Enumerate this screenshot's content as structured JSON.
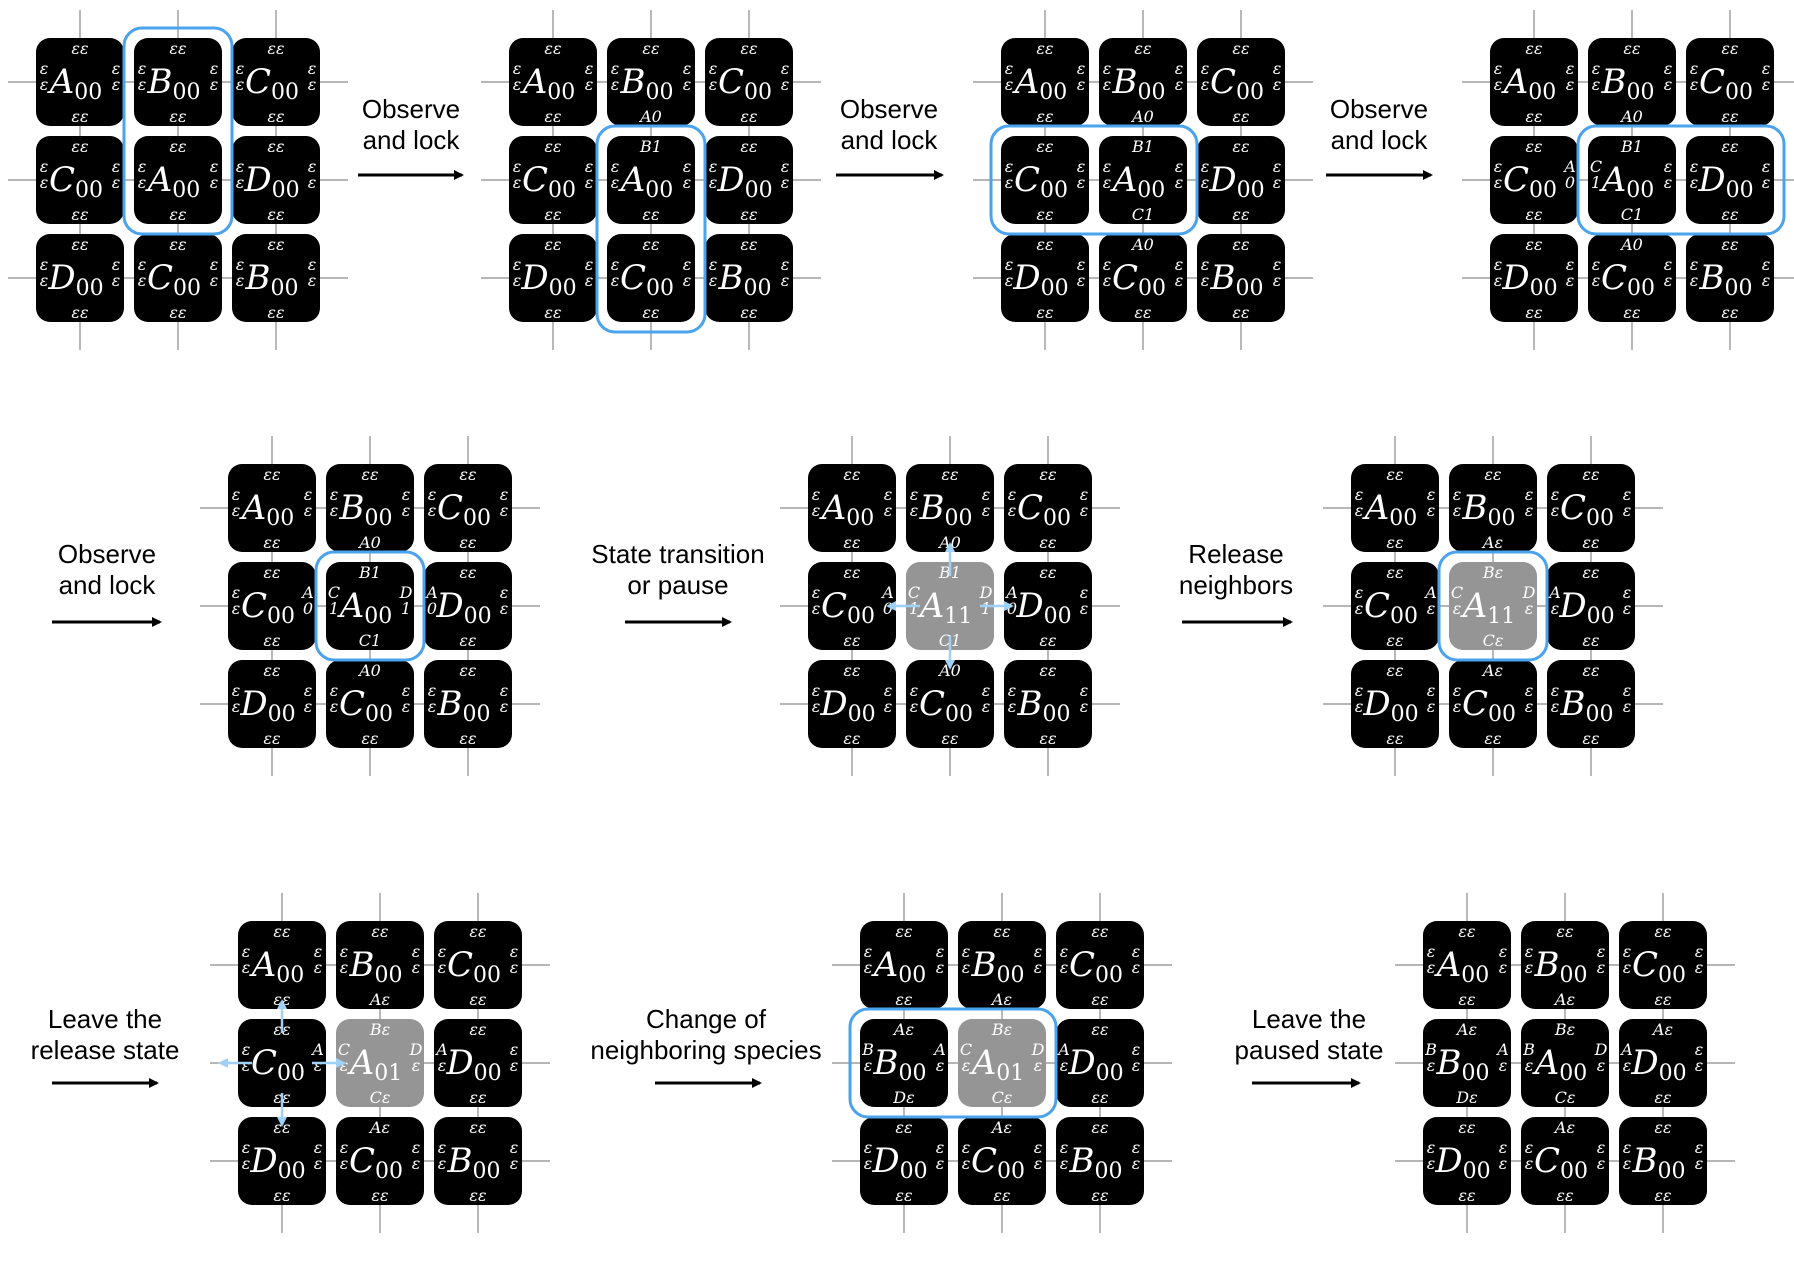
{
  "colors": {
    "cell": "#000000",
    "active_cell": "#959595",
    "frame": "#4aa3ec",
    "arrow": "#9fd0f5",
    "grid": "#8a8a8a"
  },
  "labels": [
    [
      "Observe",
      "and lock"
    ],
    [
      "Observe",
      "and lock"
    ],
    [
      "Observe",
      "and lock"
    ],
    [
      "Observe",
      "and lock"
    ],
    [
      "State transition",
      "or pause"
    ],
    [
      "Release",
      "neighbors"
    ],
    [
      "Leave the",
      "release state"
    ],
    [
      "Change of",
      "neighboring species"
    ],
    [
      "Leave the",
      "paused state"
    ]
  ],
  "panels": [
    {
      "cells": [
        {
          "l": "A",
          "s": "00",
          "t": "εε",
          "b": "εε",
          "w": "εε",
          "e": "εε"
        },
        {
          "l": "B",
          "s": "00",
          "t": "εε",
          "b": "εε",
          "w": "εε",
          "e": "εε"
        },
        {
          "l": "C",
          "s": "00",
          "t": "εε",
          "b": "εε",
          "w": "εε",
          "e": "εε"
        },
        {
          "l": "C",
          "s": "00",
          "t": "εε",
          "b": "εε",
          "w": "εε",
          "e": "εε"
        },
        {
          "l": "A",
          "s": "00",
          "t": "εε",
          "b": "εε",
          "w": "εε",
          "e": "εε"
        },
        {
          "l": "D",
          "s": "00",
          "t": "εε",
          "b": "εε",
          "w": "εε",
          "e": "εε"
        },
        {
          "l": "D",
          "s": "00",
          "t": "εε",
          "b": "εε",
          "w": "εε",
          "e": "εε"
        },
        {
          "l": "C",
          "s": "00",
          "t": "εε",
          "b": "εε",
          "w": "εε",
          "e": "εε"
        },
        {
          "l": "B",
          "s": "00",
          "t": "εε",
          "b": "εε",
          "w": "εε",
          "e": "εε"
        }
      ]
    },
    {
      "cells": [
        {
          "l": "A",
          "s": "00",
          "t": "εε",
          "b": "εε",
          "w": "εε",
          "e": "εε"
        },
        {
          "l": "B",
          "s": "00",
          "t": "εε",
          "b": "A0",
          "w": "εε",
          "e": "εε"
        },
        {
          "l": "C",
          "s": "00",
          "t": "εε",
          "b": "εε",
          "w": "εε",
          "e": "εε"
        },
        {
          "l": "C",
          "s": "00",
          "t": "εε",
          "b": "εε",
          "w": "εε",
          "e": "εε"
        },
        {
          "l": "A",
          "s": "00",
          "t": "B1",
          "b": "εε",
          "w": "εε",
          "e": "εε"
        },
        {
          "l": "D",
          "s": "00",
          "t": "εε",
          "b": "εε",
          "w": "εε",
          "e": "εε"
        },
        {
          "l": "D",
          "s": "00",
          "t": "εε",
          "b": "εε",
          "w": "εε",
          "e": "εε"
        },
        {
          "l": "C",
          "s": "00",
          "t": "εε",
          "b": "εε",
          "w": "εε",
          "e": "εε"
        },
        {
          "l": "B",
          "s": "00",
          "t": "εε",
          "b": "εε",
          "w": "εε",
          "e": "εε"
        }
      ]
    },
    {
      "cells": [
        {
          "l": "A",
          "s": "00",
          "t": "εε",
          "b": "εε",
          "w": "εε",
          "e": "εε"
        },
        {
          "l": "B",
          "s": "00",
          "t": "εε",
          "b": "A0",
          "w": "εε",
          "e": "εε"
        },
        {
          "l": "C",
          "s": "00",
          "t": "εε",
          "b": "εε",
          "w": "εε",
          "e": "εε"
        },
        {
          "l": "C",
          "s": "00",
          "t": "εε",
          "b": "εε",
          "w": "εε",
          "e": "εε"
        },
        {
          "l": "A",
          "s": "00",
          "t": "B1",
          "b": "C1",
          "w": "εε",
          "e": "εε"
        },
        {
          "l": "D",
          "s": "00",
          "t": "εε",
          "b": "εε",
          "w": "εε",
          "e": "εε"
        },
        {
          "l": "D",
          "s": "00",
          "t": "εε",
          "b": "εε",
          "w": "εε",
          "e": "εε"
        },
        {
          "l": "C",
          "s": "00",
          "t": "A0",
          "b": "εε",
          "w": "εε",
          "e": "εε"
        },
        {
          "l": "B",
          "s": "00",
          "t": "εε",
          "b": "εε",
          "w": "εε",
          "e": "εε"
        }
      ]
    },
    {
      "cells": [
        {
          "l": "A",
          "s": "00",
          "t": "εε",
          "b": "εε",
          "w": "εε",
          "e": "εε"
        },
        {
          "l": "B",
          "s": "00",
          "t": "εε",
          "b": "A0",
          "w": "εε",
          "e": "εε"
        },
        {
          "l": "C",
          "s": "00",
          "t": "εε",
          "b": "εε",
          "w": "εε",
          "e": "εε"
        },
        {
          "l": "C",
          "s": "00",
          "t": "εε",
          "b": "εε",
          "w": "εε",
          "e": "A0"
        },
        {
          "l": "A",
          "s": "00",
          "t": "B1",
          "b": "C1",
          "w": "C1",
          "e": "εε"
        },
        {
          "l": "D",
          "s": "00",
          "t": "εε",
          "b": "εε",
          "w": "εε",
          "e": "εε"
        },
        {
          "l": "D",
          "s": "00",
          "t": "εε",
          "b": "εε",
          "w": "εε",
          "e": "εε"
        },
        {
          "l": "C",
          "s": "00",
          "t": "A0",
          "b": "εε",
          "w": "εε",
          "e": "εε"
        },
        {
          "l": "B",
          "s": "00",
          "t": "εε",
          "b": "εε",
          "w": "εε",
          "e": "εε"
        }
      ]
    },
    {
      "cells": [
        {
          "l": "A",
          "s": "00",
          "t": "εε",
          "b": "εε",
          "w": "εε",
          "e": "εε"
        },
        {
          "l": "B",
          "s": "00",
          "t": "εε",
          "b": "A0",
          "w": "εε",
          "e": "εε"
        },
        {
          "l": "C",
          "s": "00",
          "t": "εε",
          "b": "εε",
          "w": "εε",
          "e": "εε"
        },
        {
          "l": "C",
          "s": "00",
          "t": "εε",
          "b": "εε",
          "w": "εε",
          "e": "A0"
        },
        {
          "l": "A",
          "s": "00",
          "t": "B1",
          "b": "C1",
          "w": "C1",
          "e": "D1"
        },
        {
          "l": "D",
          "s": "00",
          "t": "εε",
          "b": "εε",
          "w": "A0",
          "e": "εε"
        },
        {
          "l": "D",
          "s": "00",
          "t": "εε",
          "b": "εε",
          "w": "εε",
          "e": "εε"
        },
        {
          "l": "C",
          "s": "00",
          "t": "A0",
          "b": "εε",
          "w": "εε",
          "e": "εε"
        },
        {
          "l": "B",
          "s": "00",
          "t": "εε",
          "b": "εε",
          "w": "εε",
          "e": "εε"
        }
      ]
    },
    {
      "cells": [
        {
          "l": "A",
          "s": "00",
          "t": "εε",
          "b": "εε",
          "w": "εε",
          "e": "εε"
        },
        {
          "l": "B",
          "s": "00",
          "t": "εε",
          "b": "A0",
          "w": "εε",
          "e": "εε"
        },
        {
          "l": "C",
          "s": "00",
          "t": "εε",
          "b": "εε",
          "w": "εε",
          "e": "εε"
        },
        {
          "l": "C",
          "s": "00",
          "t": "εε",
          "b": "εε",
          "w": "εε",
          "e": "A0"
        },
        {
          "l": "A",
          "s": "11",
          "t": "B1",
          "b": "C1",
          "w": "C1",
          "e": "D1",
          "active": true
        },
        {
          "l": "D",
          "s": "00",
          "t": "εε",
          "b": "εε",
          "w": "A0",
          "e": "εε"
        },
        {
          "l": "D",
          "s": "00",
          "t": "εε",
          "b": "εε",
          "w": "εε",
          "e": "εε"
        },
        {
          "l": "C",
          "s": "00",
          "t": "A0",
          "b": "εε",
          "w": "εε",
          "e": "εε"
        },
        {
          "l": "B",
          "s": "00",
          "t": "εε",
          "b": "εε",
          "w": "εε",
          "e": "εε"
        }
      ]
    },
    {
      "cells": [
        {
          "l": "A",
          "s": "00",
          "t": "εε",
          "b": "εε",
          "w": "εε",
          "e": "εε"
        },
        {
          "l": "B",
          "s": "00",
          "t": "εε",
          "b": "Aε",
          "w": "εε",
          "e": "εε"
        },
        {
          "l": "C",
          "s": "00",
          "t": "εε",
          "b": "εε",
          "w": "εε",
          "e": "εε"
        },
        {
          "l": "C",
          "s": "00",
          "t": "εε",
          "b": "εε",
          "w": "εε",
          "e": "Aε"
        },
        {
          "l": "A",
          "s": "11",
          "t": "Bε",
          "b": "Cε",
          "w": "Cε",
          "e": "Dε",
          "active": true
        },
        {
          "l": "D",
          "s": "00",
          "t": "εε",
          "b": "εε",
          "w": "Aε",
          "e": "εε"
        },
        {
          "l": "D",
          "s": "00",
          "t": "εε",
          "b": "εε",
          "w": "εε",
          "e": "εε"
        },
        {
          "l": "C",
          "s": "00",
          "t": "Aε",
          "b": "εε",
          "w": "εε",
          "e": "εε"
        },
        {
          "l": "B",
          "s": "00",
          "t": "εε",
          "b": "εε",
          "w": "εε",
          "e": "εε"
        }
      ]
    },
    {
      "cells": [
        {
          "l": "A",
          "s": "00",
          "t": "εε",
          "b": "εε",
          "w": "εε",
          "e": "εε"
        },
        {
          "l": "B",
          "s": "00",
          "t": "εε",
          "b": "Aε",
          "w": "εε",
          "e": "εε"
        },
        {
          "l": "C",
          "s": "00",
          "t": "εε",
          "b": "εε",
          "w": "εε",
          "e": "εε"
        },
        {
          "l": "C",
          "s": "00",
          "t": "εε",
          "b": "εε",
          "w": "εε",
          "e": "Aε"
        },
        {
          "l": "A",
          "s": "01",
          "t": "Bε",
          "b": "Cε",
          "w": "Cε",
          "e": "Dε",
          "active": true
        },
        {
          "l": "D",
          "s": "00",
          "t": "εε",
          "b": "εε",
          "w": "Aε",
          "e": "εε"
        },
        {
          "l": "D",
          "s": "00",
          "t": "εε",
          "b": "εε",
          "w": "εε",
          "e": "εε"
        },
        {
          "l": "C",
          "s": "00",
          "t": "Aε",
          "b": "εε",
          "w": "εε",
          "e": "εε"
        },
        {
          "l": "B",
          "s": "00",
          "t": "εε",
          "b": "εε",
          "w": "εε",
          "e": "εε"
        }
      ]
    },
    {
      "cells": [
        {
          "l": "A",
          "s": "00",
          "t": "εε",
          "b": "εε",
          "w": "εε",
          "e": "εε"
        },
        {
          "l": "B",
          "s": "00",
          "t": "εε",
          "b": "Aε",
          "w": "εε",
          "e": "εε"
        },
        {
          "l": "C",
          "s": "00",
          "t": "εε",
          "b": "εε",
          "w": "εε",
          "e": "εε"
        },
        {
          "l": "B",
          "s": "00",
          "t": "Aε",
          "b": "Dε",
          "w": "Bε",
          "e": "Aε"
        },
        {
          "l": "A",
          "s": "01",
          "t": "Bε",
          "b": "Cε",
          "w": "Cε",
          "e": "Dε",
          "active": true
        },
        {
          "l": "D",
          "s": "00",
          "t": "εε",
          "b": "εε",
          "w": "Aε",
          "e": "εε"
        },
        {
          "l": "D",
          "s": "00",
          "t": "εε",
          "b": "εε",
          "w": "εε",
          "e": "εε"
        },
        {
          "l": "C",
          "s": "00",
          "t": "Aε",
          "b": "εε",
          "w": "εε",
          "e": "εε"
        },
        {
          "l": "B",
          "s": "00",
          "t": "εε",
          "b": "εε",
          "w": "εε",
          "e": "εε"
        }
      ]
    },
    {
      "cells": [
        {
          "l": "A",
          "s": "00",
          "t": "εε",
          "b": "εε",
          "w": "εε",
          "e": "εε"
        },
        {
          "l": "B",
          "s": "00",
          "t": "εε",
          "b": "Aε",
          "w": "εε",
          "e": "εε"
        },
        {
          "l": "C",
          "s": "00",
          "t": "εε",
          "b": "εε",
          "w": "εε",
          "e": "εε"
        },
        {
          "l": "B",
          "s": "00",
          "t": "Aε",
          "b": "Dε",
          "w": "Bε",
          "e": "Aε"
        },
        {
          "l": "A",
          "s": "00",
          "t": "Bε",
          "b": "Cε",
          "w": "Bε",
          "e": "Dε"
        },
        {
          "l": "D",
          "s": "00",
          "t": "Aε",
          "b": "εε",
          "w": "Aε",
          "e": "εε"
        },
        {
          "l": "D",
          "s": "00",
          "t": "εε",
          "b": "εε",
          "w": "εε",
          "e": "εε"
        },
        {
          "l": "C",
          "s": "00",
          "t": "Aε",
          "b": "εε",
          "w": "εε",
          "e": "εε"
        },
        {
          "l": "B",
          "s": "00",
          "t": "εε",
          "b": "εε",
          "w": "εε",
          "e": "εε"
        }
      ]
    }
  ]
}
